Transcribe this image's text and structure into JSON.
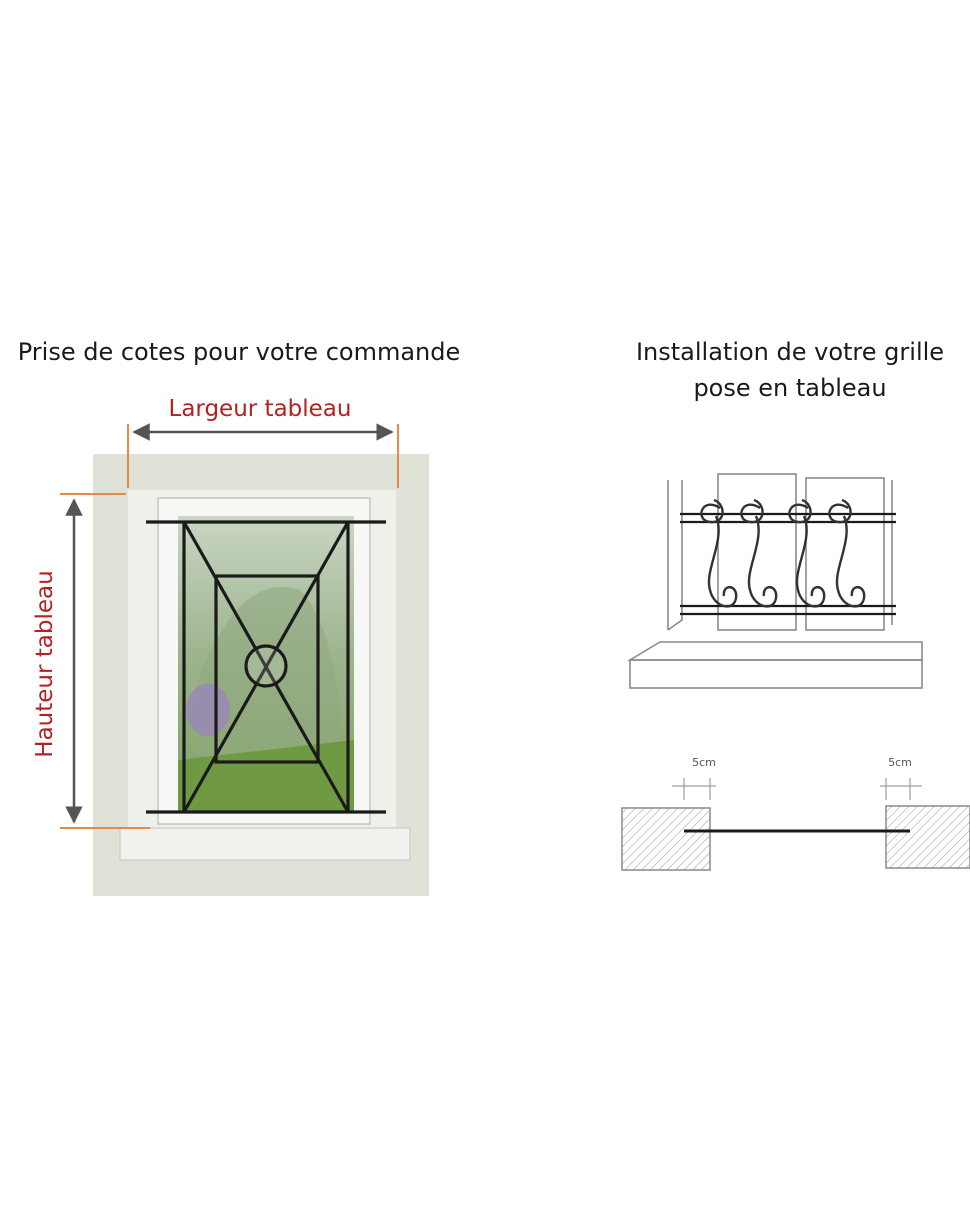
{
  "left_panel": {
    "title": "Prise de cotes pour votre commande",
    "width_label": "Largeur tableau",
    "height_label": "Hauteur tableau"
  },
  "right_panel": {
    "title_line1": "Installation de votre grille",
    "title_line2": "pose en tableau",
    "gap_left": "5cm",
    "gap_right": "5cm"
  },
  "colors": {
    "label_red": "#b22222",
    "dimension_orange": "#e8894a",
    "wall": "#dfe2d6",
    "iron": "#1a1a1a"
  }
}
